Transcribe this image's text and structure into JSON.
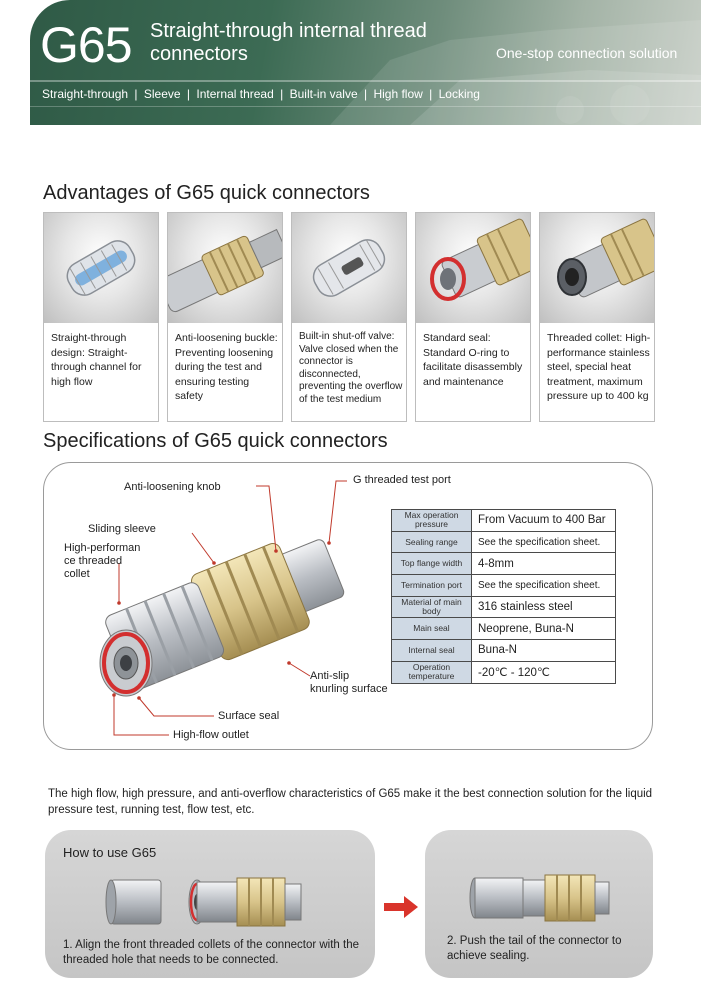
{
  "header": {
    "model": "G65",
    "title_line1": "Straight-through internal thread",
    "title_line2": "connectors",
    "tagline": "One-stop connection solution",
    "features": [
      "Straight-through",
      "Sleeve",
      "Internal thread",
      "Built-in valve",
      "High flow",
      "Locking"
    ],
    "separator": "|"
  },
  "advantages": {
    "title": "Advantages of G65 quick connectors",
    "cards": [
      {
        "icon": "straight-through-channel-photo",
        "text": "Straight-through design: Straight-through channel for high flow"
      },
      {
        "icon": "anti-loosening-buckle-photo",
        "text": "Anti-loosening buckle: Preventing loosening during the test and ensuring testing safety"
      },
      {
        "icon": "shut-off-valve-photo",
        "text": "Built-in shut-off valve: Valve closed when the connector is disconnected, preventing the overflow of the test medium"
      },
      {
        "icon": "standard-seal-photo",
        "text": "Standard seal: Standard O-ring to facilitate disassembly and maintenance"
      },
      {
        "icon": "threaded-collet-photo",
        "text": "Threaded collet: High-performance stainless steel, special heat treatment, maximum pressure up to 400 kg"
      }
    ]
  },
  "specifications": {
    "title": "Specifications of G65 quick connectors",
    "callouts": {
      "anti_loosening_knob": "Anti-loosening knob",
      "g_threaded_test_port": "G threaded test port",
      "sliding_sleeve": "Sliding sleeve",
      "threaded_collet_line1": "High-performan",
      "threaded_collet_line2": "ce threaded",
      "threaded_collet_line3": "collet",
      "anti_slip_line1": "Anti-slip",
      "anti_slip_line2": "knurling surface",
      "surface_seal": "Surface seal",
      "high_flow_outlet": "High-flow outlet"
    },
    "table": [
      {
        "key_line1": "Max operation",
        "key_line2": "pressure",
        "value": "From Vacuum to 400 Bar"
      },
      {
        "key_line1": "Sealing range",
        "key_line2": "",
        "value": "See the specification sheet."
      },
      {
        "key_line1": "Top flange width",
        "key_line2": "",
        "value": "4-8mm"
      },
      {
        "key_line1": "Termination port",
        "key_line2": "",
        "value": "See the specification sheet."
      },
      {
        "key_line1": "Material of main",
        "key_line2": "body",
        "value": "316 stainless steel"
      },
      {
        "key_line1": "Main seal",
        "key_line2": "",
        "value": "Neoprene, Buna-N"
      },
      {
        "key_line1": "Internal seal",
        "key_line2": "",
        "value": "Buna-N"
      },
      {
        "key_line1": "Operation",
        "key_line2": "temperature",
        "value": "-20℃ - 120℃"
      }
    ],
    "colors": {
      "table_key_bg": "#cfd9e4",
      "callout_line": "#c0392b",
      "seal_red": "#d32f2f",
      "brass": "#d8c48a"
    }
  },
  "paragraph": "The high flow, high pressure, and anti-overflow characteristics of G65 make it the best connection solution for the liquid pressure test, running test, flow test, etc.",
  "how_to_use": {
    "title": "How to use G65",
    "step1": "1. Align the front threaded collets of the connector with the threaded hole that needs to be connected.",
    "step2": "2. Push the tail of the connector to achieve sealing.",
    "arrow_color": "#d9342b"
  }
}
